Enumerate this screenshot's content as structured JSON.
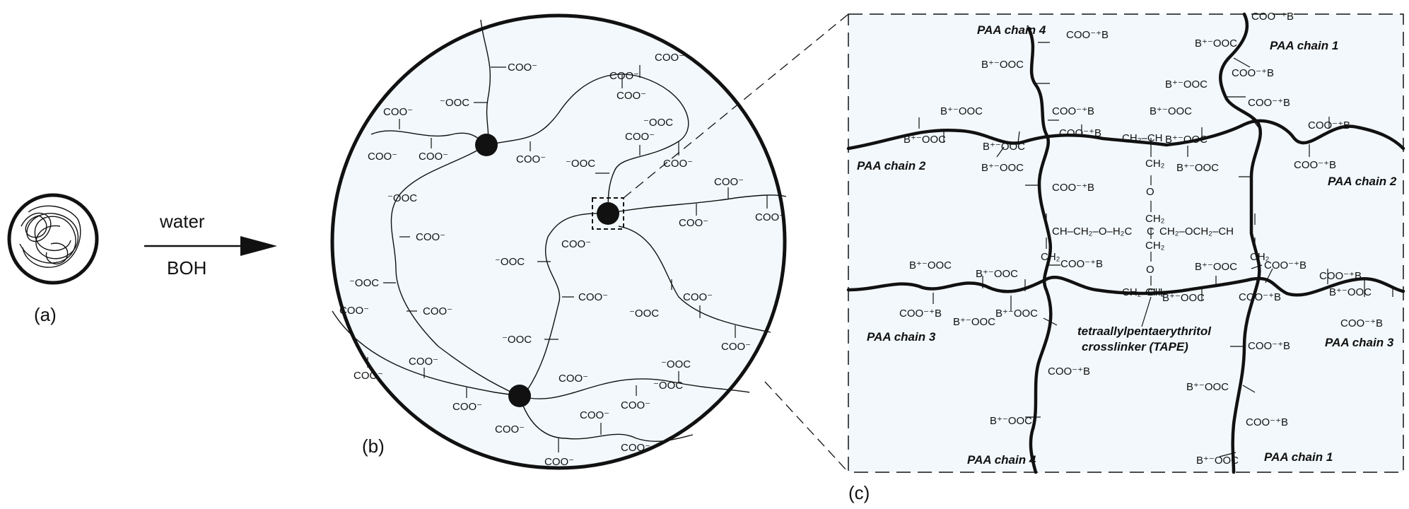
{
  "panels": {
    "a": {
      "label": "(a)"
    },
    "b": {
      "label": "(b)"
    },
    "c": {
      "label": "(c)"
    }
  },
  "arrow": {
    "top_label": "water",
    "bottom_label": "BOH"
  },
  "groups": {
    "coo_minus": "COO⁻",
    "minus_ooc": "⁻OOC",
    "coo_b": "COO⁻⁺B",
    "b_ooc": "B⁺⁻OOC"
  },
  "chains": {
    "chain1": "PAA chain 1",
    "chain2": "PAA chain 2",
    "chain3": "PAA chain 3",
    "chain4": "PAA chain 4"
  },
  "crosslinker": {
    "line1": "tetraallylpentaerythritol",
    "line2": "crosslinker (TAPE)"
  },
  "tape_structure": {
    "ch2": "CH₂",
    "ch": "CH",
    "o": "O",
    "c": "C",
    "ch2_ch": "CH₂–CH",
    "ch_ch2o": "CH–CH₂–O–H₂C",
    "ch2och2_ch": "CH₂–OCH₂–CH"
  },
  "colors": {
    "panel_fill": "#f2f8fc",
    "line": "#111111"
  }
}
